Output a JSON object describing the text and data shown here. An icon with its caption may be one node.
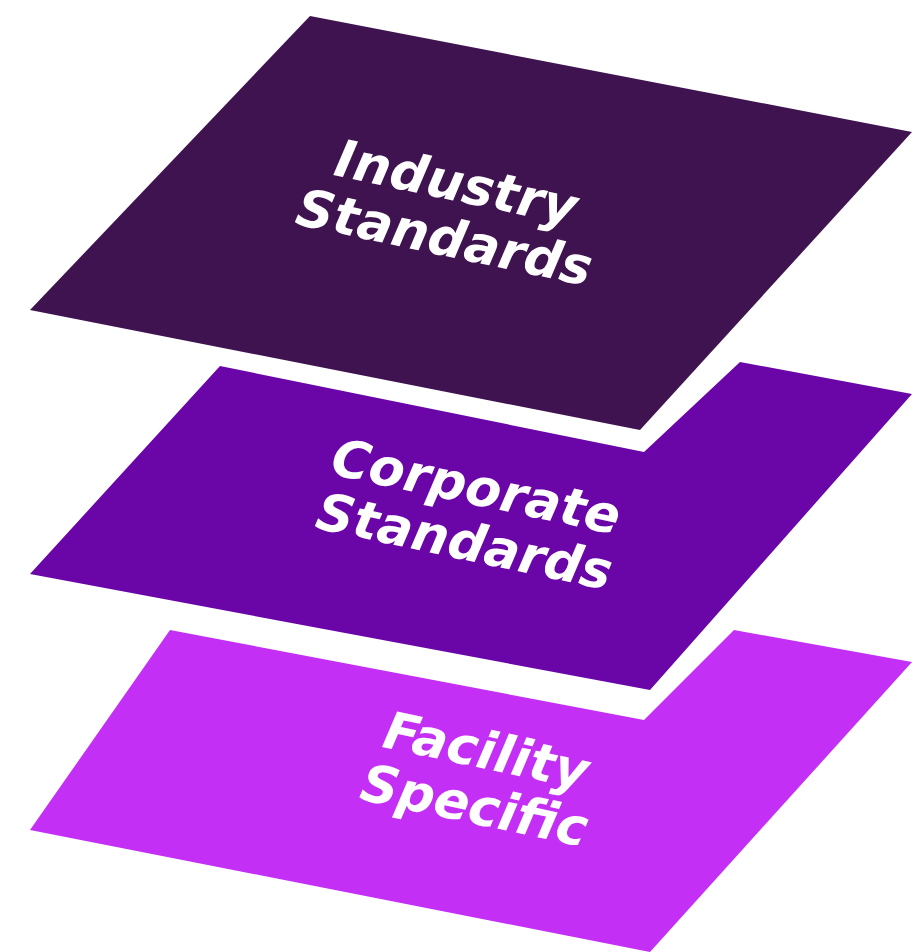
{
  "diagram": {
    "nodes": [
      {
        "text": [
          "Industry Standards"
        ]
      },
      {
        "text": [
          "Corporate Standards"
        ]
      },
      {
        "text": [
          "Facility Specific"
        ]
      }
    ]
  }
}
